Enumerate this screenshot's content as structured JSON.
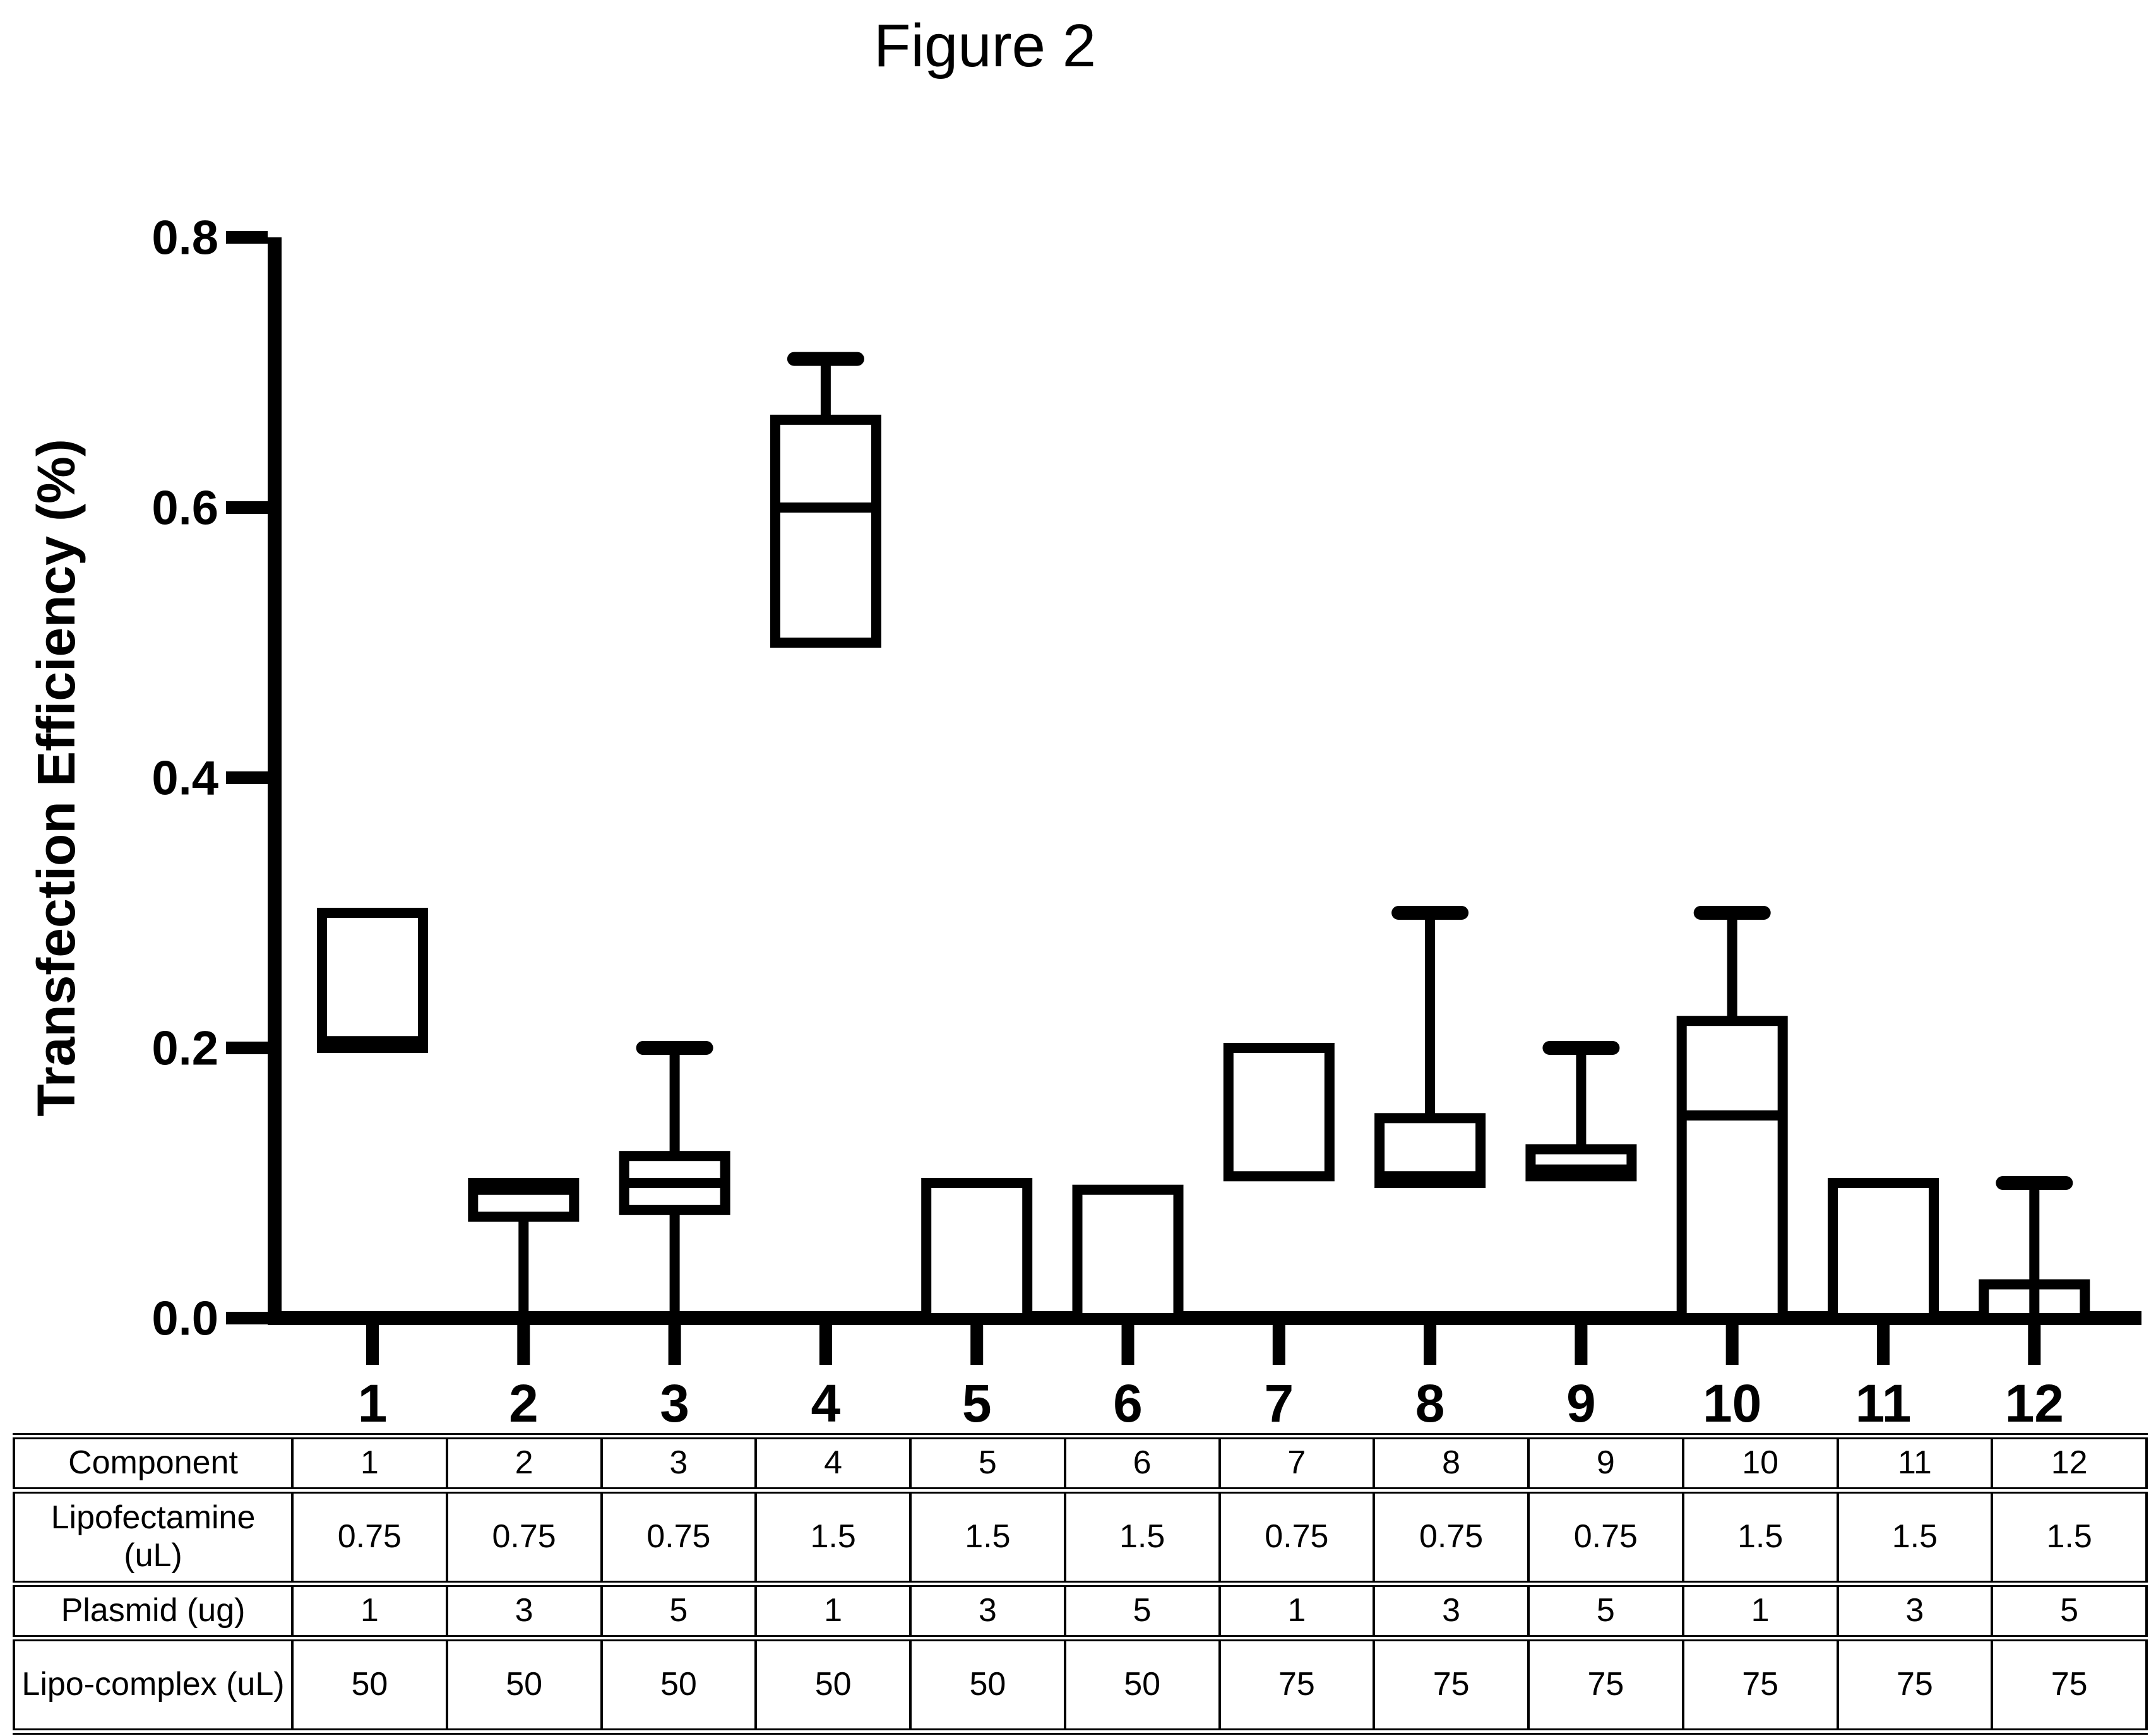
{
  "figure": {
    "title": "Figure 2"
  },
  "chart_data": {
    "type": "boxplot",
    "title": "Figure 2",
    "xlabel": "",
    "ylabel": "Transfection Efficiency (%)",
    "ylim": [
      0.0,
      0.8
    ],
    "yticks": [
      0.0,
      0.2,
      0.4,
      0.6,
      0.8
    ],
    "ytick_labels": [
      "0.0",
      "0.2",
      "0.4",
      "0.6",
      "0.8"
    ],
    "categories": [
      "1",
      "2",
      "3",
      "4",
      "5",
      "6",
      "7",
      "8",
      "9",
      "10",
      "11",
      "12"
    ],
    "grid": false,
    "legend": null,
    "boxes": [
      {
        "cat": "1",
        "lo": null,
        "q1": 0.2,
        "med": 0.205,
        "q3": 0.3,
        "hi": null
      },
      {
        "cat": "2",
        "lo": 0.0,
        "q1": 0.075,
        "med": 0.095,
        "q3": 0.1,
        "hi": null
      },
      {
        "cat": "3",
        "lo": 0.0,
        "q1": 0.08,
        "med": 0.1,
        "q3": 0.12,
        "hi": 0.2
      },
      {
        "cat": "4",
        "lo": null,
        "q1": 0.5,
        "med": 0.6,
        "q3": 0.665,
        "hi": 0.71
      },
      {
        "cat": "5",
        "lo": null,
        "q1": 0.0,
        "med": null,
        "q3": 0.1,
        "hi": null
      },
      {
        "cat": "6",
        "lo": null,
        "q1": 0.0,
        "med": null,
        "q3": 0.095,
        "hi": null
      },
      {
        "cat": "7",
        "lo": null,
        "q1": 0.105,
        "med": null,
        "q3": 0.2,
        "hi": null
      },
      {
        "cat": "8",
        "lo": null,
        "q1": 0.1,
        "med": 0.105,
        "q3": 0.148,
        "hi": 0.3
      },
      {
        "cat": "9",
        "lo": null,
        "q1": 0.105,
        "med": 0.11,
        "q3": 0.125,
        "hi": 0.2
      },
      {
        "cat": "10",
        "lo": null,
        "q1": 0.0,
        "med": 0.15,
        "q3": 0.22,
        "hi": 0.3
      },
      {
        "cat": "11",
        "lo": null,
        "q1": 0.0,
        "med": null,
        "q3": 0.1,
        "hi": null
      },
      {
        "cat": "12",
        "lo": null,
        "q1": 0.0,
        "med": null,
        "q3": 0.025,
        "hi": 0.1,
        "through": true
      }
    ]
  },
  "table": {
    "rows": [
      {
        "label": "Component",
        "values": [
          "1",
          "2",
          "3",
          "4",
          "5",
          "6",
          "7",
          "8",
          "9",
          "10",
          "11",
          "12"
        ]
      },
      {
        "label": "Lipofectamine (uL)",
        "values": [
          "0.75",
          "0.75",
          "0.75",
          "1.5",
          "1.5",
          "1.5",
          "0.75",
          "0.75",
          "0.75",
          "1.5",
          "1.5",
          "1.5"
        ]
      },
      {
        "label": "Plasmid (ug)",
        "values": [
          "1",
          "3",
          "5",
          "1",
          "3",
          "5",
          "1",
          "3",
          "5",
          "1",
          "3",
          "5"
        ]
      },
      {
        "label": "Lipo-complex (uL)",
        "values": [
          "50",
          "50",
          "50",
          "50",
          "50",
          "50",
          "75",
          "75",
          "75",
          "75",
          "75",
          "75"
        ]
      }
    ]
  }
}
